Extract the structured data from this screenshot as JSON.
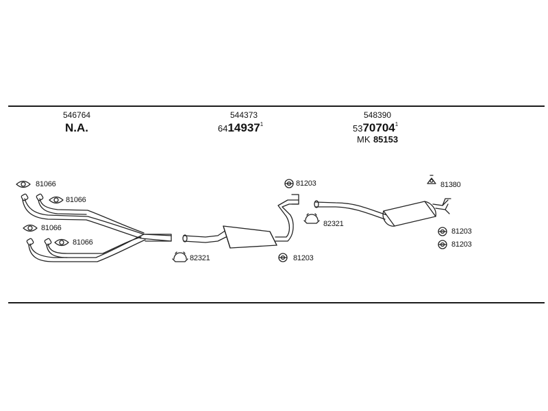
{
  "sections": [
    {
      "part_no": "546764",
      "oe_text": "N.A."
    },
    {
      "part_no": "544373",
      "oe_prefix": "64",
      "oe_main": "14937",
      "oe_suffix": "1"
    },
    {
      "part_no": "548390",
      "oe_prefix": "53",
      "oe_main": "70704",
      "oe_suffix": "1",
      "mk_label": "MK",
      "mk_number": "85153"
    }
  ],
  "labels": {
    "gasket_a": "81066",
    "gasket_b": "81066",
    "gasket_c": "81066",
    "gasket_d": "81066",
    "clamp_a": "82321",
    "clamp_b": "82321",
    "ring_a": "81203",
    "ring_b": "81203",
    "ring_c": "81203",
    "ring_d": "81203",
    "hanger": "81380"
  }
}
